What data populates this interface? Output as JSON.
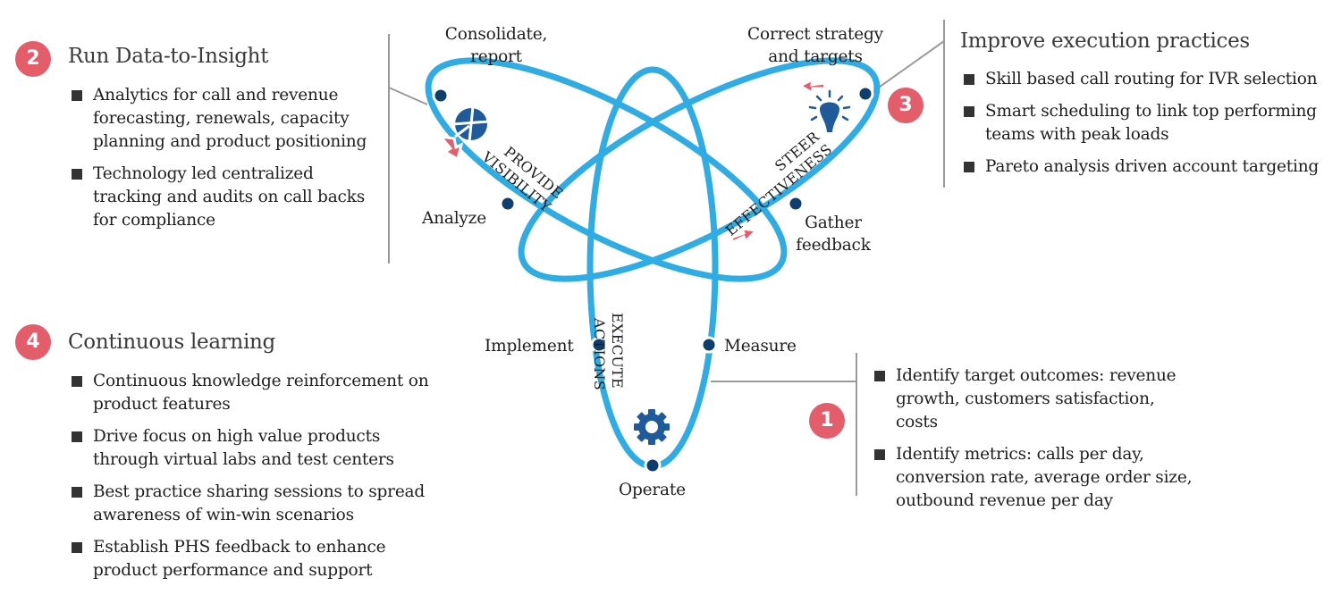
{
  "colors": {
    "ring": "#2FACE3",
    "node": "#0E3E6B",
    "badge": "#E35D6A",
    "arrow": "#E35D6A",
    "icon": "#1F5A9A",
    "divider": "#9a9a9a"
  },
  "sections": {
    "run_data_to_insight": {
      "badge": "2",
      "title": "Run Data-to-Insight",
      "bullets": [
        "Analytics for call and revenue forecasting, renewals, capacity planning and product positioning",
        "Technology led centralized tracking and audits on call backs for compliance"
      ]
    },
    "improve_execution": {
      "badge": "3",
      "title": "Improve execution practices",
      "bullets": [
        "Skill based call routing for IVR selection",
        "Smart scheduling to link top performing teams with peak loads",
        "Pareto analysis driven account targeting"
      ]
    },
    "continuous_learning": {
      "badge": "4",
      "title": "Continuous learning",
      "bullets": [
        "Continuous knowledge reinforcement on product features",
        "Drive focus on high value products through virtual labs and test centers",
        "Best practice sharing sessions to spread awareness of win-win scenarios",
        "Establish PHS feedback to enhance product performance and support"
      ]
    },
    "identify_targets": {
      "badge": "1",
      "bullets": [
        "Identify target outcomes: revenue growth, customers satisfaction, costs",
        "Identify metrics: calls per day, conversion rate, average order size, outbound revenue per day"
      ]
    }
  },
  "cycle": {
    "loops": [
      {
        "name": "Provide Visibility",
        "line1": "PROVIDE",
        "line2": "VISIBILITY",
        "icon": "pie-chart-icon"
      },
      {
        "name": "Steer Effectiveness",
        "line1": "STEER",
        "line2": "EFFECTIVENESS",
        "icon": "lightbulb-icon"
      },
      {
        "name": "Execute Actions",
        "line1": "EXECUTE",
        "line2": "ACTIONS",
        "icon": "gear-icon"
      }
    ],
    "nodes": {
      "consolidate_l1": "Consolidate,",
      "consolidate_l2": "report",
      "analyze": "Analyze",
      "correct_l1": "Correct strategy",
      "correct_l2": "and targets",
      "gather_l1": "Gather",
      "gather_l2": "feedback",
      "implement": "Implement",
      "measure": "Measure",
      "operate": "Operate"
    }
  }
}
